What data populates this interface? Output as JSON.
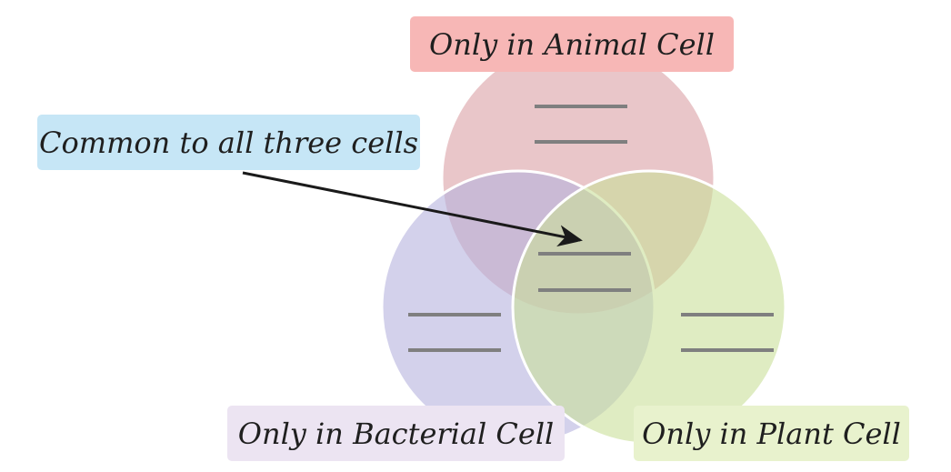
{
  "labels": {
    "animal": "Only in Animal Cell",
    "common": "Common to all three cells",
    "bacterial": "Only in Bacterial Cell",
    "plant": "Only in Plant Cell"
  },
  "colors": {
    "animal_circle": "#e8c3c6",
    "bacterial_circle": "#c3c0e3",
    "plant_circle": "#cfe3a8",
    "animal_label_bg": "#f7b7b6",
    "common_label_bg": "#c6e6f6",
    "bacterial_label_bg": "#ece4f2",
    "plant_label_bg": "#e8f2cd",
    "blank_line": "#7f7f7f",
    "arrow": "#1a1a1a"
  },
  "blanks_per_region": 2,
  "regions": [
    "animal",
    "common",
    "bacterial",
    "plant"
  ]
}
